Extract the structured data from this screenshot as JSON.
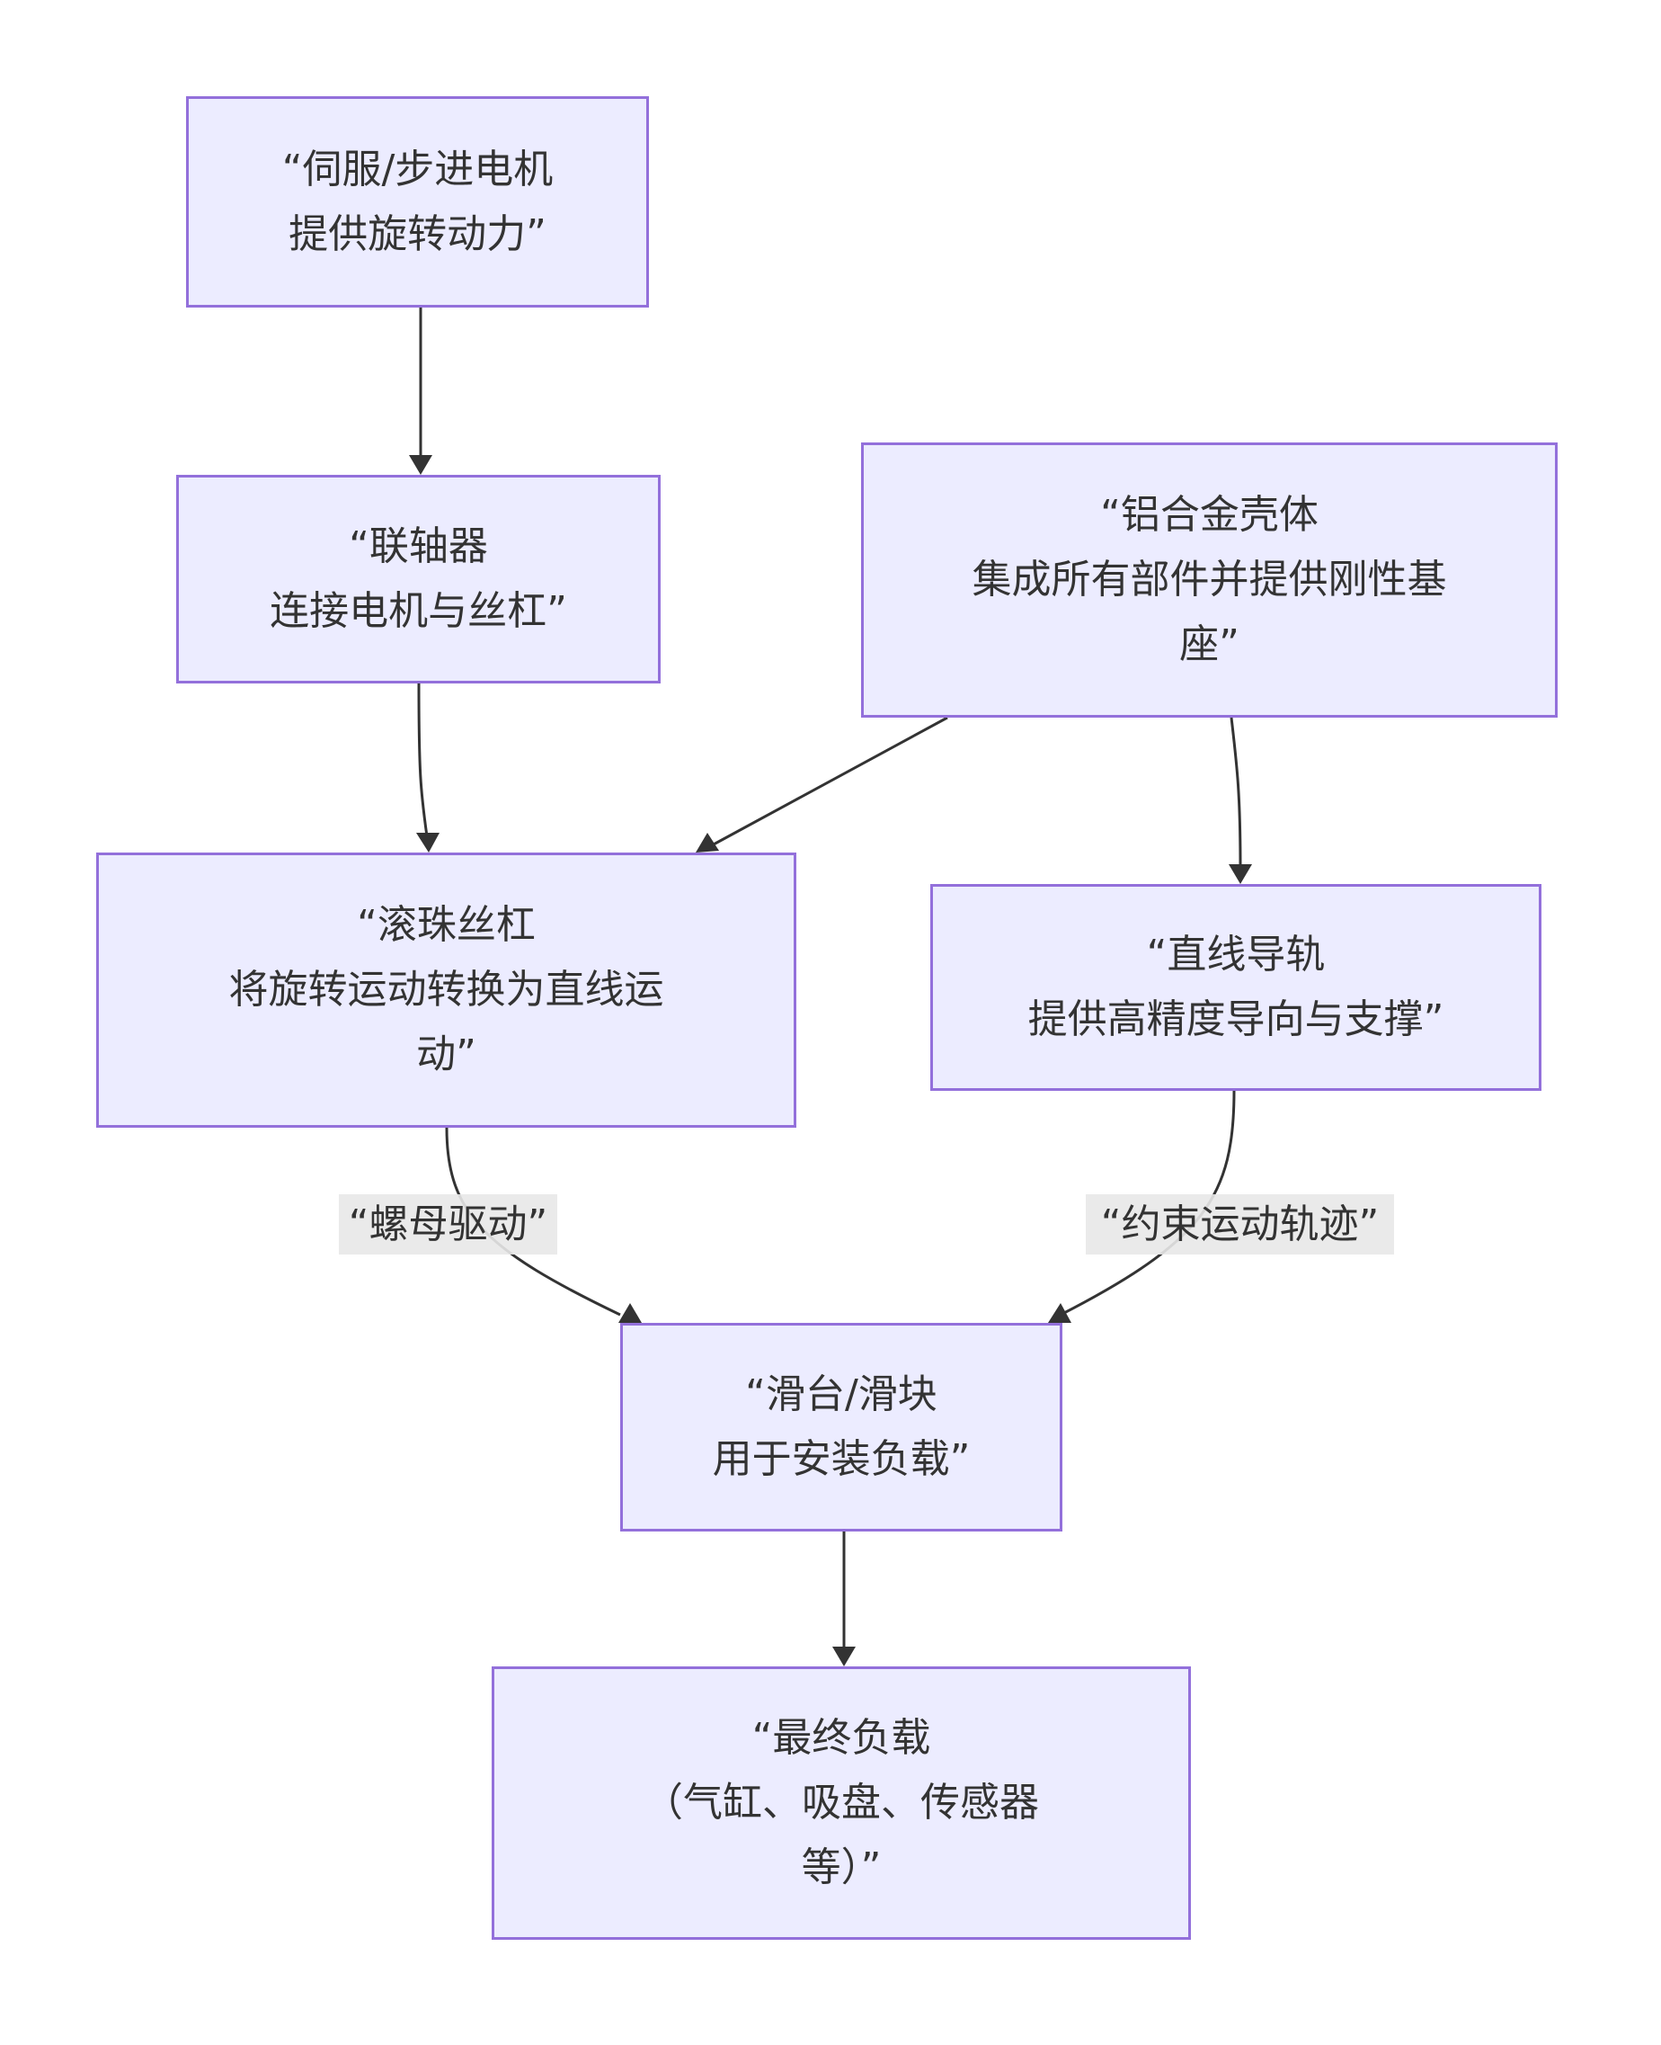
{
  "diagram": {
    "type": "flowchart",
    "direction": "top-down",
    "colors": {
      "node_fill": "#ececff",
      "node_stroke": "#9370db",
      "edge": "#333333",
      "text": "#333333",
      "label_bg": "#e8e8e8"
    },
    "nodes": [
      {
        "id": "motor",
        "text": "“伺服/步进电机\n提供旋转动力”"
      },
      {
        "id": "coupling",
        "text": "“联轴器\n连接电机与丝杠”"
      },
      {
        "id": "housing",
        "text": "“铝合金壳体\n集成所有部件并提供刚性基\n座”"
      },
      {
        "id": "ballscrew",
        "text": "“滚珠丝杠\n将旋转运动转换为直线运\n动”"
      },
      {
        "id": "rail",
        "text": "“直线导轨\n提供高精度导向与支撑”"
      },
      {
        "id": "slider",
        "text": "“滑台/滑块\n用于安装负载”"
      },
      {
        "id": "payload",
        "text": "“最终负载\n（气缸、吸盘、传感器\n等）”"
      }
    ],
    "edges": [
      {
        "from": "motor",
        "to": "coupling",
        "label": ""
      },
      {
        "from": "coupling",
        "to": "ballscrew",
        "label": ""
      },
      {
        "from": "housing",
        "to": "ballscrew",
        "label": ""
      },
      {
        "from": "housing",
        "to": "rail",
        "label": ""
      },
      {
        "from": "ballscrew",
        "to": "slider",
        "label": "“螺母驱动”"
      },
      {
        "from": "rail",
        "to": "slider",
        "label": "“约束运动轨迹”"
      },
      {
        "from": "slider",
        "to": "payload",
        "label": ""
      }
    ]
  }
}
